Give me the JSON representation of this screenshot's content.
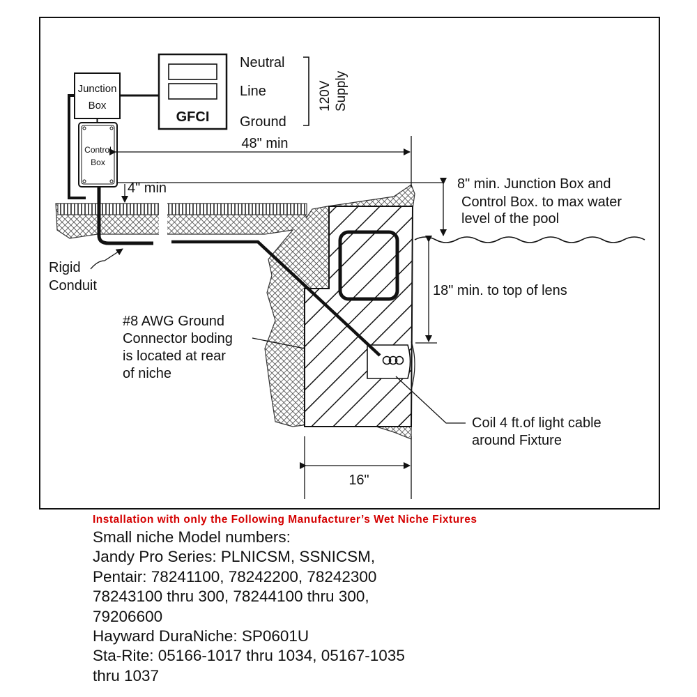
{
  "diagram": {
    "junction_box_label": [
      "Junction",
      "Box"
    ],
    "control_box_label": [
      "Control",
      "Box"
    ],
    "gfci_label": "GFCI",
    "supply_wires": [
      "Neutral",
      "Line",
      "Ground"
    ],
    "supply_label": [
      "120V",
      "Supply"
    ],
    "dim_48": "48\" min",
    "dim_4": "4\" min",
    "dim_8_note": [
      "8\" min. Junction Box and",
      "Control Box. to max water",
      "level of the pool"
    ],
    "dim_18_note": "18\" min. to top of lens",
    "rigid_conduit": [
      "Rigid",
      "Conduit"
    ],
    "ground_note": [
      "#8 AWG Ground",
      "Connector boding",
      "is located at rear",
      "of niche"
    ],
    "coil_note": [
      "Coil 4 ft.of light cable",
      "around Fixture"
    ],
    "dim_16": "16\""
  },
  "notes": {
    "heading": "Installation with only the Following Manufacturer’s Wet Niche Fixtures",
    "lines": [
      "Small niche Model numbers:",
      "Jandy Pro Series: PLNICSM, SSNICSM,",
      "Pentair: 78241100, 78242200, 78242300",
      "78243100 thru 300, 78244100 thru 300,",
      "79206600",
      "Hayward DuraNiche: SP0601U",
      "Sta-Rite: 05166-1017 thru 1034, 05167-1035",
      "thru 1037"
    ]
  }
}
